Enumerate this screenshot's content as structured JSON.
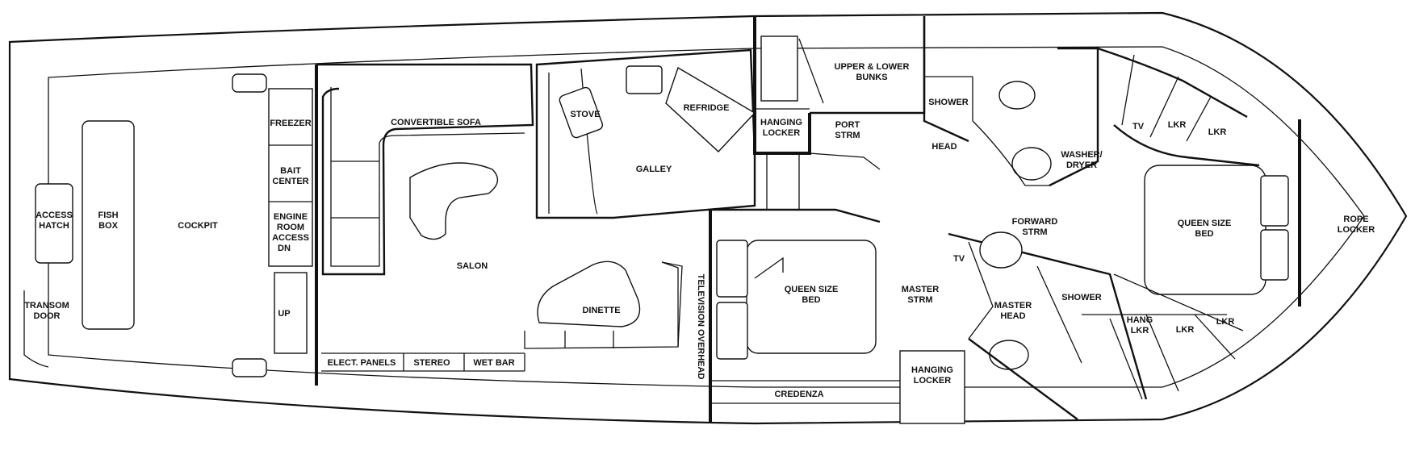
{
  "diagram": {
    "labels": {
      "access_hatch": [
        "ACCESS",
        "HATCH"
      ],
      "fish_box": [
        "FISH",
        "BOX"
      ],
      "cockpit": "COCKPIT",
      "transom_door": [
        "TRANSOM",
        "DOOR"
      ],
      "freezer": "FREEZER",
      "bait_center": [
        "BAIT",
        "CENTER"
      ],
      "engine_room_access": [
        "ENGINE",
        "ROOM",
        "ACCESS",
        "DN"
      ],
      "up": "UP",
      "convertible_sofa": "CONVERTIBLE SOFA",
      "salon": "SALON",
      "stove": "STOVE",
      "galley": "GALLEY",
      "refridge": "REFRIDGE",
      "dinette": "DINETTE",
      "elect_panels": "ELECT. PANELS",
      "stereo": "STEREO",
      "wet_bar": "WET BAR",
      "television_overhead": "TELEVISION OVERHEAD",
      "hanging_locker_port": [
        "HANGING",
        "LOCKER"
      ],
      "upper_lower_bunks": [
        "UPPER & LOWER",
        "BUNKS"
      ],
      "port_strm": [
        "PORT",
        "STRM"
      ],
      "queen_bed_master": [
        "QUEEN SIZE",
        "BED"
      ],
      "credenza": "CREDENZA",
      "master_strm": [
        "MASTER",
        "STRM"
      ],
      "hanging_locker_master": [
        "HANGING",
        "LOCKER"
      ],
      "shower_port": "SHOWER",
      "head": "HEAD",
      "tv_upper": "TV",
      "tv_lower": "TV",
      "washer_dryer": [
        "WASHER/",
        "DRYER"
      ],
      "lkr_upper_1": "LKR",
      "lkr_upper_2": "LKR",
      "forward_strm": [
        "FORWARD",
        "STRM"
      ],
      "master_head": [
        "MASTER",
        "HEAD"
      ],
      "shower_master": "SHOWER",
      "hang_lkr": [
        "HANG",
        "LKR"
      ],
      "lkr_lower_1": "LKR",
      "lkr_lower_2": "LKR",
      "queen_bed_forward": [
        "QUEEN SIZE",
        "BED"
      ],
      "rope_locker": [
        "ROPE",
        "LOCKER"
      ]
    }
  }
}
